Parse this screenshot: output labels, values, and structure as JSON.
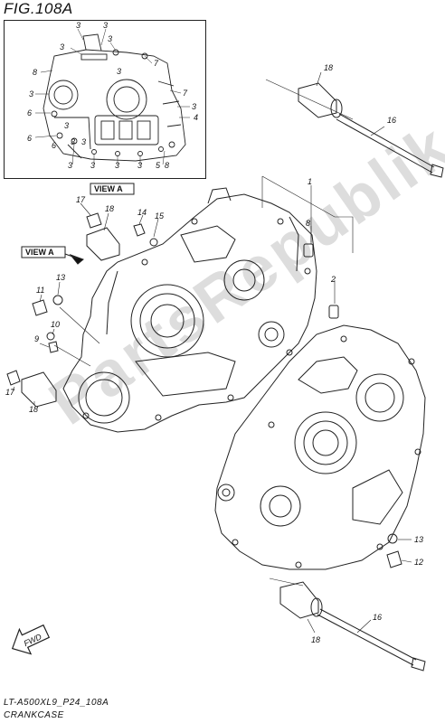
{
  "header": {
    "title": "FIG.108A"
  },
  "footer": {
    "code": "LT-A500XL9_P24_108A",
    "name": "CRANKCASE"
  },
  "watermark": {
    "text": "PartsRepublik"
  },
  "view_a": {
    "label": "VIEW A"
  },
  "fwd": {
    "label": "FWD"
  },
  "inset_callouts": [
    {
      "id": "i1",
      "text": "3"
    },
    {
      "id": "i2",
      "text": "3"
    },
    {
      "id": "i3",
      "text": "3"
    },
    {
      "id": "i4",
      "text": "3"
    },
    {
      "id": "i5",
      "text": "7"
    },
    {
      "id": "i6",
      "text": "8"
    },
    {
      "id": "i7",
      "text": "3"
    },
    {
      "id": "i8",
      "text": "7"
    },
    {
      "id": "i9",
      "text": "3"
    },
    {
      "id": "i10",
      "text": "6"
    },
    {
      "id": "i11",
      "text": "6"
    },
    {
      "id": "i12",
      "text": "3"
    },
    {
      "id": "i13",
      "text": "3"
    },
    {
      "id": "i14",
      "text": "4"
    },
    {
      "id": "i15",
      "text": "3"
    },
    {
      "id": "i16",
      "text": "6"
    },
    {
      "id": "i17",
      "text": "3"
    },
    {
      "id": "i18",
      "text": "3"
    },
    {
      "id": "i19",
      "text": "3"
    },
    {
      "id": "i20",
      "text": "3"
    },
    {
      "id": "i21",
      "text": "5"
    },
    {
      "id": "i22",
      "text": "8"
    },
    {
      "id": "i23",
      "text": "3"
    }
  ],
  "callouts": [
    {
      "id": "c18a",
      "text": "18"
    },
    {
      "id": "c16a",
      "text": "16"
    },
    {
      "id": "c1",
      "text": "1"
    },
    {
      "id": "c8",
      "text": "8"
    },
    {
      "id": "c2",
      "text": "2"
    },
    {
      "id": "c17a",
      "text": "17"
    },
    {
      "id": "c18b",
      "text": "18"
    },
    {
      "id": "c14",
      "text": "14"
    },
    {
      "id": "c15",
      "text": "15"
    },
    {
      "id": "c13a",
      "text": "13"
    },
    {
      "id": "c11",
      "text": "11"
    },
    {
      "id": "c10",
      "text": "10"
    },
    {
      "id": "c9",
      "text": "9"
    },
    {
      "id": "c17b",
      "text": "17"
    },
    {
      "id": "c18c",
      "text": "18"
    },
    {
      "id": "c13b",
      "text": "13"
    },
    {
      "id": "c12",
      "text": "12"
    },
    {
      "id": "c16b",
      "text": "16"
    },
    {
      "id": "c18d",
      "text": "18"
    }
  ]
}
